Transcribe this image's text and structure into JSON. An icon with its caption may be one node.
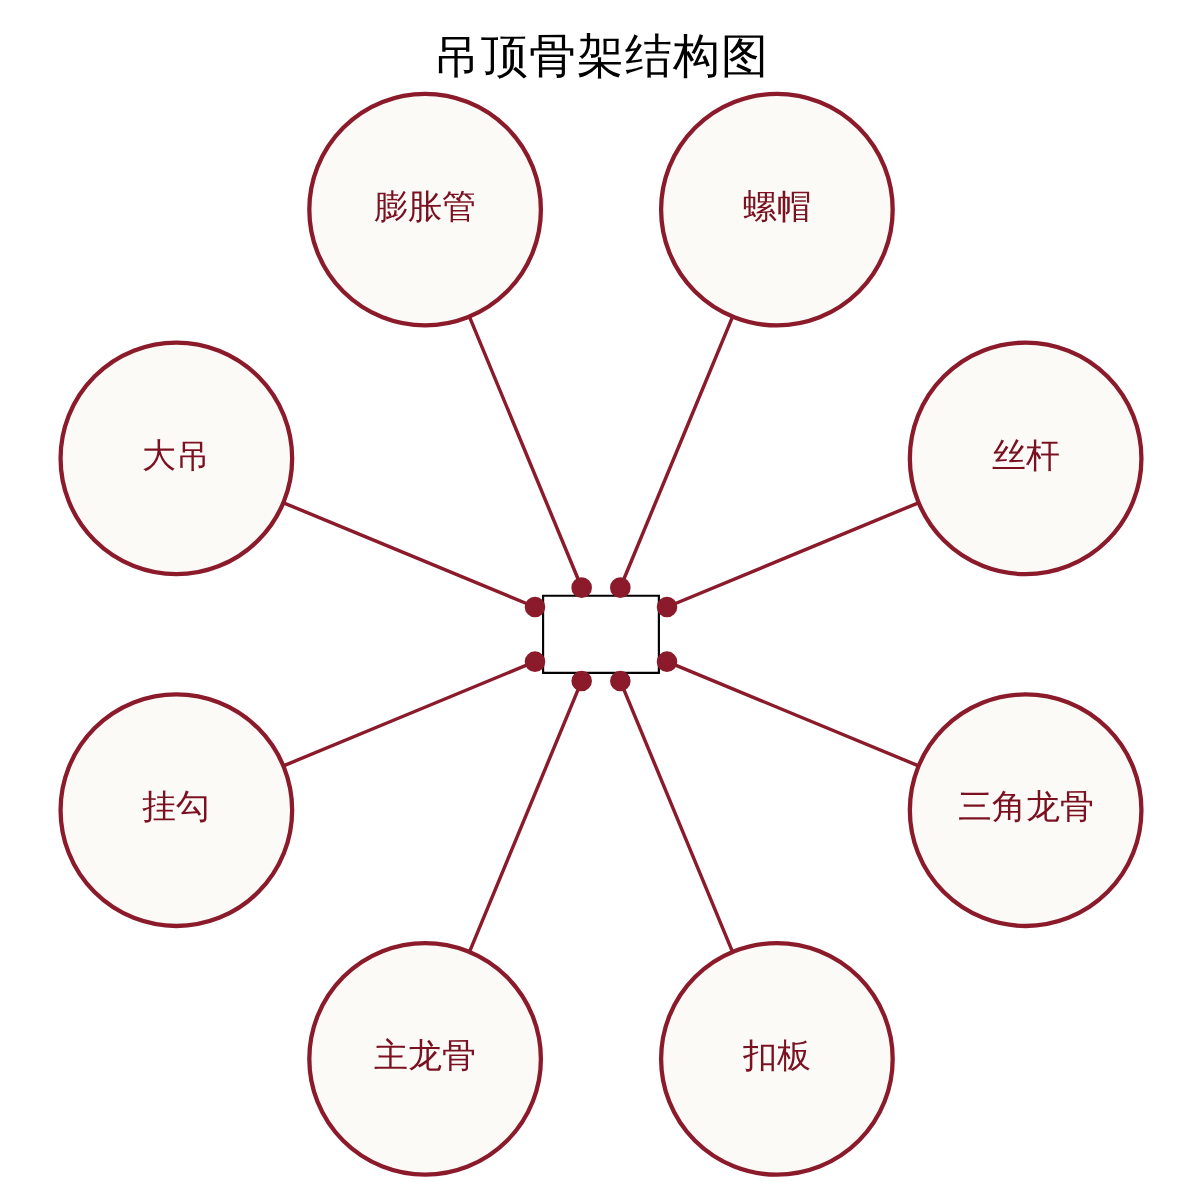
{
  "diagram": {
    "title": "吊顶骨架结构图",
    "nodes": [
      {
        "text": [],
        "shape": "box"
      },
      {
        "text": [
          "丝杆"
        ]
      },
      {
        "text": [
          "螺帽"
        ]
      },
      {
        "text": [
          "膨胀管"
        ]
      },
      {
        "text": [
          "大吊"
        ]
      },
      {
        "text": [
          "挂勾"
        ]
      },
      {
        "text": [
          "主龙骨"
        ]
      },
      {
        "text": [
          "扣板"
        ]
      },
      {
        "text": [
          "三角龙骨"
        ]
      }
    ],
    "edges": [
      {
        "from": 1,
        "to": 0,
        "arrow": "other"
      },
      {
        "from": 2,
        "to": 0,
        "arrow": "other"
      },
      {
        "from": 3,
        "to": 0,
        "arrow": "other"
      },
      {
        "from": 4,
        "to": 0,
        "arrow": "other"
      },
      {
        "from": 5,
        "to": 0,
        "arrow": "other"
      },
      {
        "from": 6,
        "to": 0,
        "arrow": "other"
      },
      {
        "from": 7,
        "to": 0,
        "arrow": "other"
      },
      {
        "from": 8,
        "to": 0,
        "arrow": "other"
      }
    ]
  }
}
